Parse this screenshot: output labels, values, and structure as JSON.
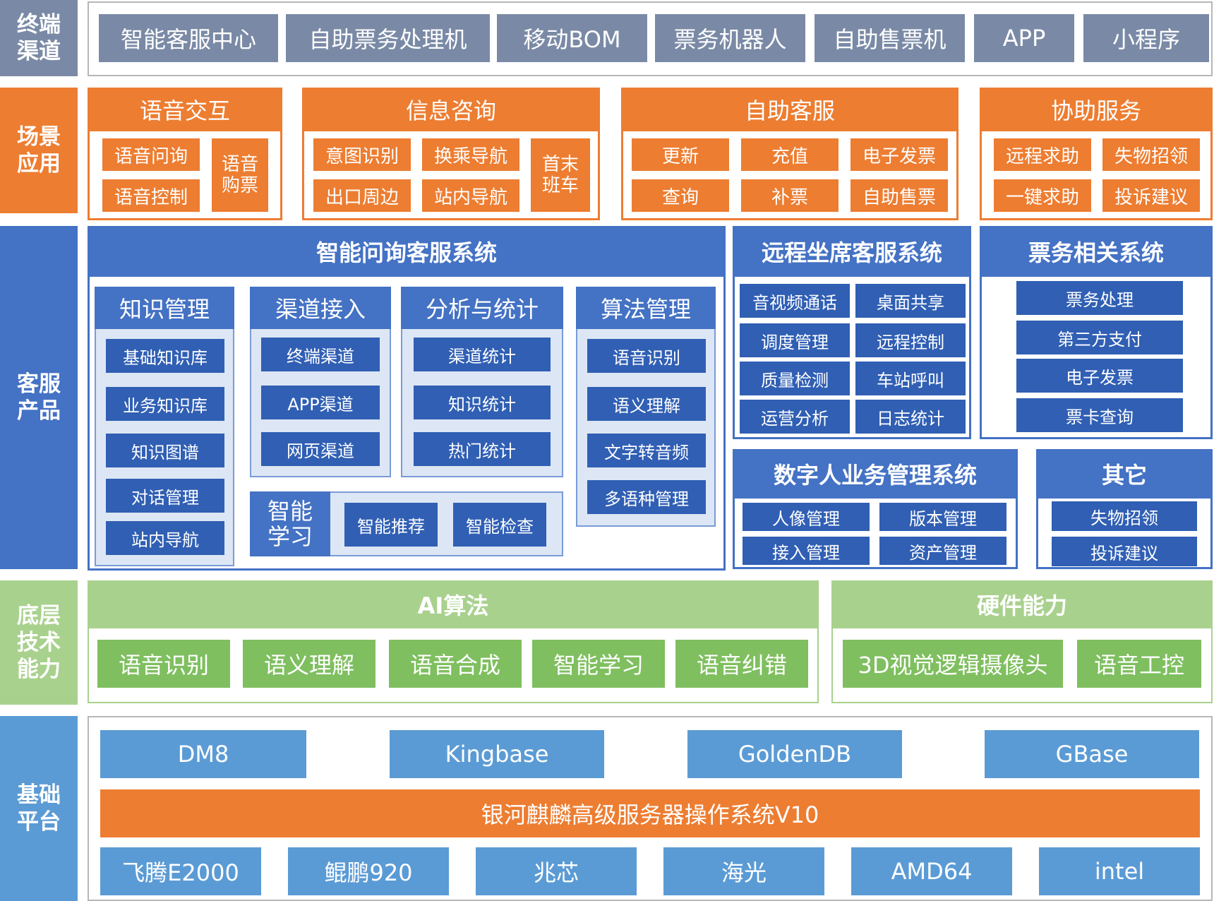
{
  "rows": {
    "terminal": "终端\n渠道",
    "scene": "场景\n应用",
    "product": "客服\n产品",
    "capability": "底层\n技术\n能力",
    "platform": "基础\n平台"
  },
  "terminal_channels": [
    "智能客服中心",
    "自助票务处理机",
    "移动BOM",
    "票务机器人",
    "自助售票机",
    "APP",
    "小程序"
  ],
  "scenes": {
    "voice": {
      "title": "语音交互",
      "items": [
        "语音问询",
        "语音控制",
        "语音\n购票"
      ]
    },
    "info": {
      "title": "信息咨询",
      "items": [
        "意图识别",
        "换乘导航",
        "出口周边",
        "站内导航",
        "首末\n班车"
      ]
    },
    "self": {
      "title": "自助客服",
      "items": [
        "更新",
        "充值",
        "电子发票",
        "查询",
        "补票",
        "自助售票"
      ]
    },
    "assist": {
      "title": "协助服务",
      "items": [
        "远程求助",
        "失物招领",
        "一键求助",
        "投诉建议"
      ]
    }
  },
  "products": {
    "smart": {
      "title": "智能问询客服系统",
      "knowledge": {
        "title": "知识管理",
        "items": [
          "基础知识库",
          "业务知识库",
          "知识图谱",
          "对话管理",
          "站内导航"
        ]
      },
      "channel": {
        "title": "渠道接入",
        "items": [
          "终端渠道",
          "APP渠道",
          "网页渠道"
        ]
      },
      "analysis": {
        "title": "分析与统计",
        "items": [
          "渠道统计",
          "知识统计",
          "热门统计"
        ]
      },
      "algorithm": {
        "title": "算法管理",
        "items": [
          "语音识别",
          "语义理解",
          "文字转音频",
          "多语种管理"
        ]
      },
      "learning": {
        "title": "智能\n学习",
        "items": [
          "智能推荐",
          "智能检查"
        ]
      }
    },
    "remote": {
      "title": "远程坐席客服系统",
      "items": [
        "音视频通话",
        "桌面共享",
        "调度管理",
        "远程控制",
        "质量检测",
        "车站呼叫",
        "运营分析",
        "日志统计"
      ]
    },
    "ticket": {
      "title": "票务相关系统",
      "items": [
        "票务处理",
        "第三方支付",
        "电子发票",
        "票卡查询"
      ]
    },
    "digital": {
      "title": "数字人业务管理系统",
      "items": [
        "人像管理",
        "版本管理",
        "接入管理",
        "资产管理"
      ]
    },
    "other": {
      "title": "其它",
      "items": [
        "失物招领",
        "投诉建议"
      ]
    }
  },
  "capability": {
    "ai": {
      "title": "AI算法",
      "items": [
        "语音识别",
        "语义理解",
        "语音合成",
        "智能学习",
        "语音纠错"
      ]
    },
    "hardware": {
      "title": "硬件能力",
      "items": [
        "3D视觉逻辑摄像头",
        "语音工控"
      ]
    }
  },
  "platform": {
    "databases": [
      "DM8",
      "Kingbase",
      "GoldenDB",
      "GBase"
    ],
    "os": "银河麒麟高级服务器操作系统V10",
    "cpus": [
      "飞腾E2000",
      "鲲鹏920",
      "兆芯",
      "海光",
      "AMD64",
      "intel"
    ]
  },
  "colors": {
    "orange": "#ed7d31",
    "blue": "#4472c4",
    "lightblue": "#5b9bd5",
    "green": "#a9d18e",
    "gray": "#7a8aa6"
  }
}
